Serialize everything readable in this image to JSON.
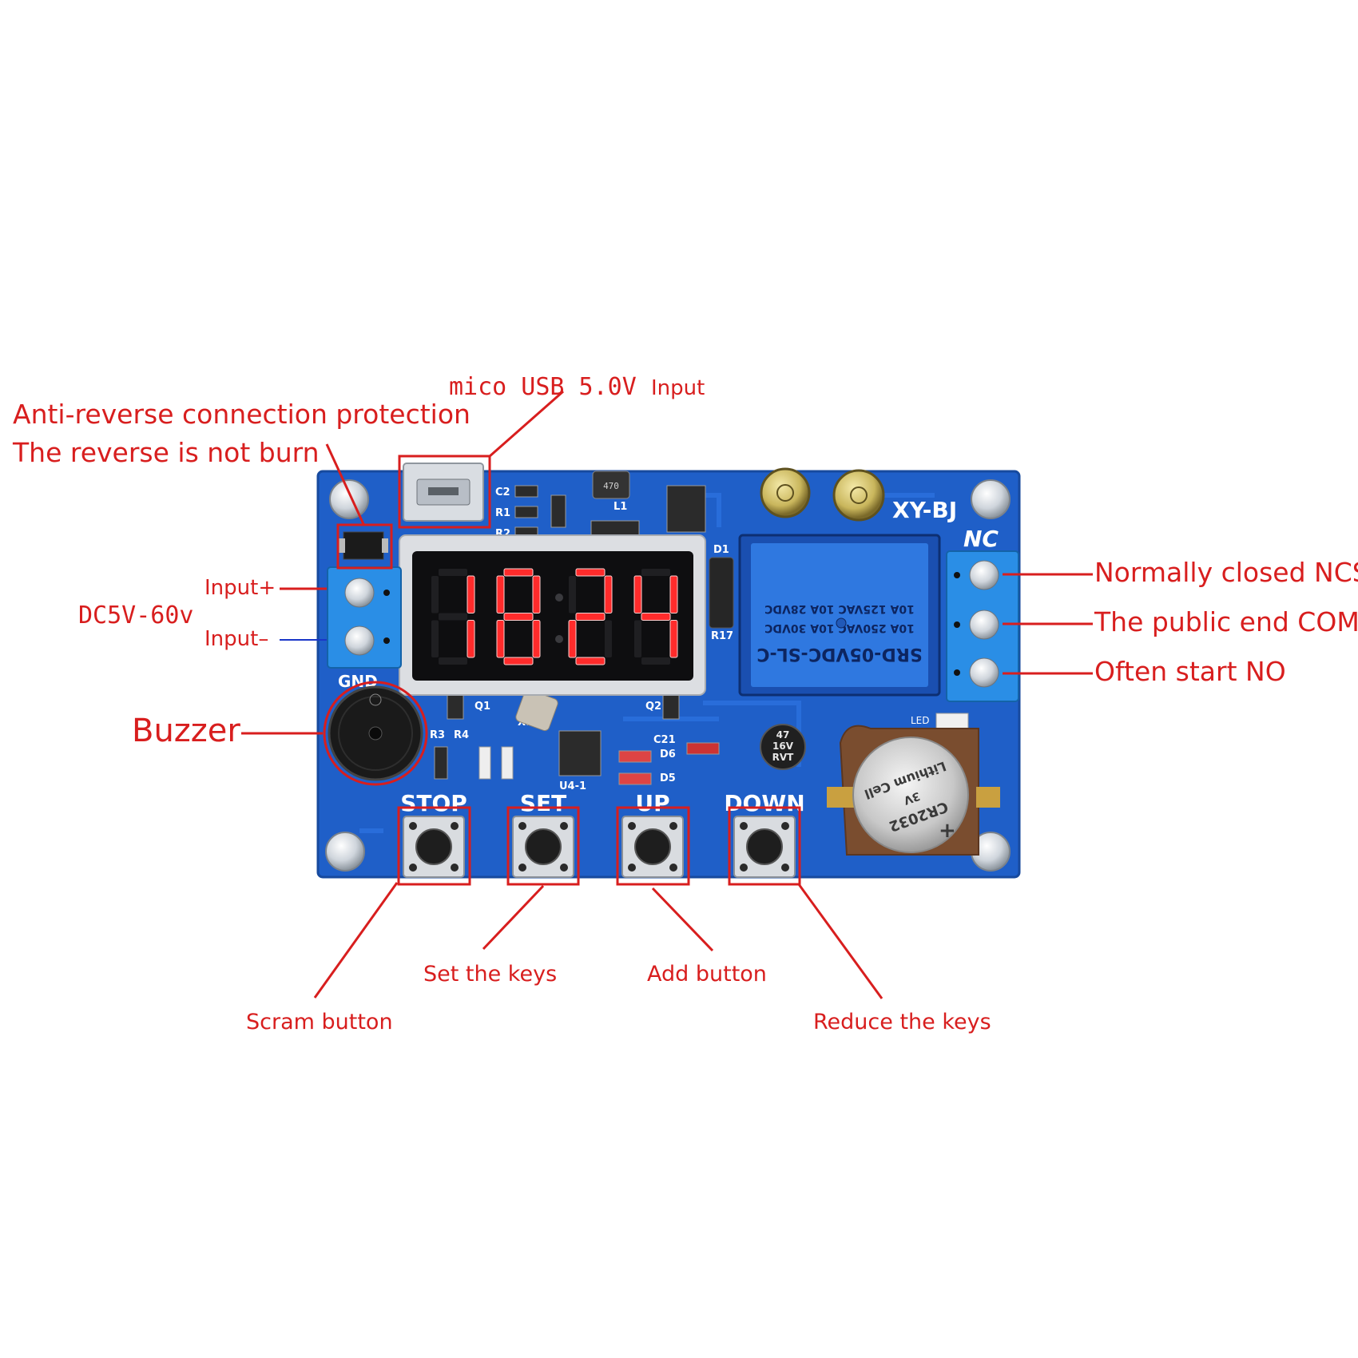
{
  "colors": {
    "annotation": "#d81e1e",
    "board": "#1f5fc8",
    "board_dark": "#16479b",
    "silk": "#ffffff",
    "led": "#ff2b2b",
    "relay": "#2f78e0",
    "terminal": "#2a8ee6",
    "input_minus_line": "#1a36c8"
  },
  "annotations": {
    "anti_reverse_line1": "Anti-reverse connection protection",
    "anti_reverse_line2": "The reverse is not burn",
    "usb_main": "mico USB 5.0V",
    "usb_suffix": "Input",
    "input_plus": "Input+",
    "input_minus": "Input–",
    "dc_range": "DC5V-60v",
    "buzzer": "Buzzer",
    "nc": "Normally closed NCS",
    "com": "The public end COM",
    "no": "Often start NO",
    "scram": "Scram button",
    "set": "Set the keys",
    "add": "Add button",
    "reduce": "Reduce the keys"
  },
  "board": {
    "model": "XY-BJ",
    "nc_silk": "NC",
    "gnd_silk": "GND",
    "led_silk": "LED",
    "display_digits": "1824",
    "buttons": [
      "STOP",
      "SET",
      "UP",
      "DOWN"
    ],
    "relay_lines": [
      "SRD-05VDC-SL-C",
      "10A 250VAC  10A 30VDC",
      "10A 125VAC  10A 28VDC"
    ],
    "cap_small": [
      "47",
      "16V",
      "RVT"
    ],
    "battery_lines": [
      "CR2032",
      "3V",
      "Lithium Cell"
    ],
    "inductor": "470",
    "component_labels": [
      "C2",
      "R1",
      "R2",
      "L1",
      "D1",
      "R17",
      "Q1",
      "X1",
      "Q2",
      "R3",
      "R4",
      "C21",
      "D6",
      "D5",
      "U4-1"
    ]
  }
}
